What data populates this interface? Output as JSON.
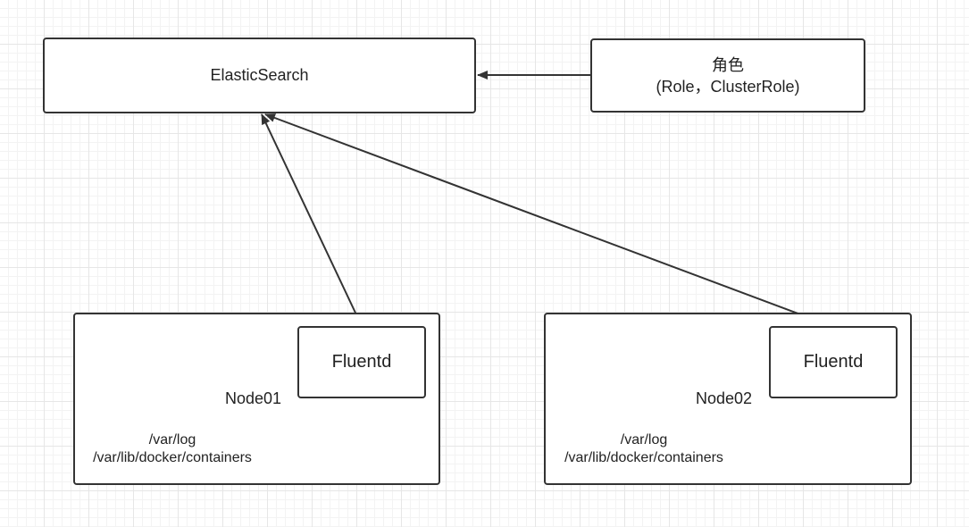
{
  "elasticsearch": {
    "label": "ElasticSearch"
  },
  "role": {
    "line1": "角色",
    "line2": "(Role，ClusterRole)"
  },
  "nodes": [
    {
      "label": "Node01",
      "agent": "Fluentd",
      "path1": "/var/log",
      "path2": "/var/lib/docker/containers"
    },
    {
      "label": "Node02",
      "agent": "Fluentd",
      "path1": "/var/log",
      "path2": "/var/lib/docker/containers"
    }
  ],
  "colors": {
    "stroke": "#333333",
    "grid_major": "#e6e6e6",
    "grid_minor": "#f3f3f3",
    "background": "#ffffff"
  }
}
